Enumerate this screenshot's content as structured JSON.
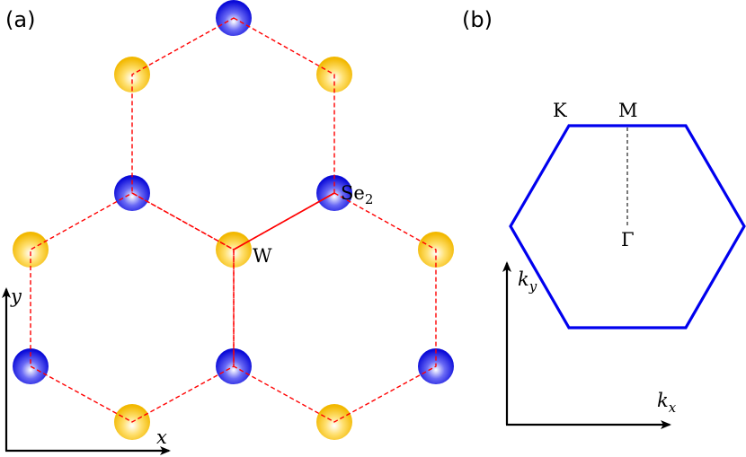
{
  "panel_a": {
    "label": "(a)",
    "atom_labels": {
      "metal": "W",
      "chalcogen": "Se",
      "chalcogen_subscript": "2"
    },
    "axes": {
      "x": "x",
      "y": "y"
    },
    "colors": {
      "metal_atom": "#f5c000",
      "chalcogen_atom": "#1010e0",
      "bonds": "#ff0000"
    }
  },
  "panel_b": {
    "label": "(b)",
    "points": {
      "K": "K",
      "M": "M",
      "Gamma": "Γ"
    },
    "axes": {
      "x": "k",
      "x_sub": "x",
      "y": "k",
      "y_sub": "y"
    },
    "colors": {
      "brillouin_zone": "#0000ee",
      "path": "#000000"
    }
  }
}
